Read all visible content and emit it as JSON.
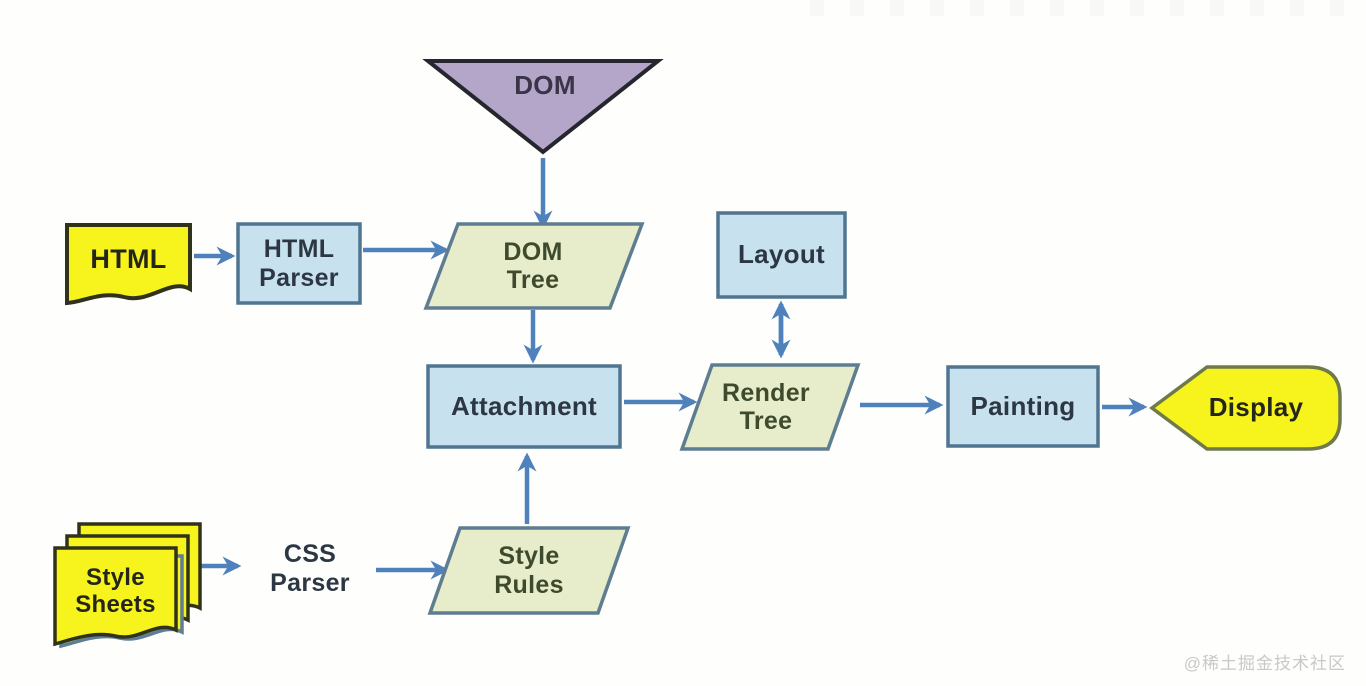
{
  "palette": {
    "arrow_blue": "#4f81bd",
    "process_fill": "#c7e2ee",
    "process_stroke": "#4f7590",
    "data_fill": "#e7ecca",
    "data_stroke": "#5f7d90",
    "dom_fill": "#b3a6c8",
    "dom_stroke": "#26262f",
    "doc_fill": "#f7f31d",
    "doc_stroke": "#30331a",
    "doc_shadow_stroke": "#5e7d97",
    "display_stroke": "#6f7a4b"
  },
  "nodes": {
    "dom": {
      "label": "DOM",
      "shape": "inverted-triangle"
    },
    "html": {
      "label": "HTML",
      "shape": "document"
    },
    "html_parser": {
      "label": "HTML\nParser",
      "shape": "process"
    },
    "dom_tree": {
      "label": "DOM\nTree",
      "shape": "parallelogram"
    },
    "layout": {
      "label": "Layout",
      "shape": "process"
    },
    "attachment": {
      "label": "Attachment",
      "shape": "process"
    },
    "render_tree": {
      "label": "Render\nTree",
      "shape": "parallelogram"
    },
    "painting": {
      "label": "Painting",
      "shape": "process"
    },
    "display": {
      "label": "Display",
      "shape": "display"
    },
    "style_sheets": {
      "label": "Style\nSheets",
      "shape": "stacked-documents"
    },
    "css_parser": {
      "label": "CSS\nParser",
      "shape": "process"
    },
    "style_rules": {
      "label": "Style\nRules",
      "shape": "parallelogram"
    }
  },
  "connections": [
    {
      "from": "DOM",
      "to": "DOM Tree",
      "type": "arrow"
    },
    {
      "from": "HTML",
      "to": "HTML Parser",
      "type": "arrow"
    },
    {
      "from": "HTML Parser",
      "to": "DOM Tree",
      "type": "arrow"
    },
    {
      "from": "DOM Tree",
      "to": "Attachment",
      "type": "arrow"
    },
    {
      "from": "Style Sheets",
      "to": "CSS Parser",
      "type": "arrow"
    },
    {
      "from": "CSS Parser",
      "to": "Style Rules",
      "type": "arrow"
    },
    {
      "from": "Style Rules",
      "to": "Attachment",
      "type": "arrow"
    },
    {
      "from": "Attachment",
      "to": "Render Tree",
      "type": "arrow"
    },
    {
      "from": "Layout",
      "to": "Render Tree",
      "type": "double-arrow"
    },
    {
      "from": "Render Tree",
      "to": "Painting",
      "type": "arrow"
    },
    {
      "from": "Painting",
      "to": "Display",
      "type": "arrow"
    }
  ],
  "watermark": {
    "text": "@稀土掘金技术社区"
  }
}
